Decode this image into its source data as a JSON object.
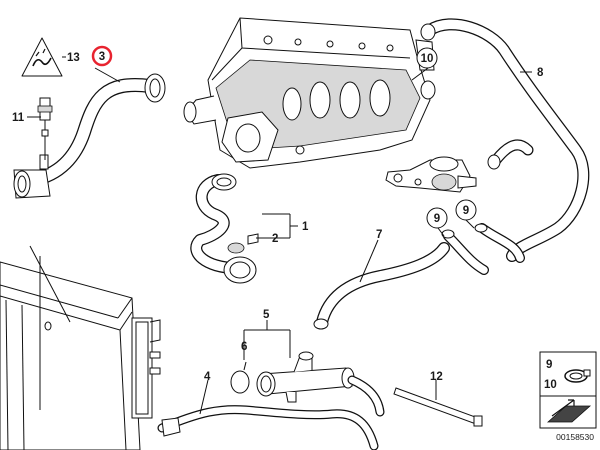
{
  "diagram": {
    "callouts": {
      "c1": "1",
      "c2": "2",
      "c3": "3",
      "c4": "4",
      "c5": "5",
      "c6": "6",
      "c7": "7",
      "c8": "8",
      "c9a": "9",
      "c9b": "9",
      "c10": "10",
      "c11": "11",
      "c12": "12",
      "c13": "13",
      "legend_9": "9",
      "legend_10": "10"
    },
    "highlight_color": "#e8232f",
    "document_id": "00158530"
  }
}
